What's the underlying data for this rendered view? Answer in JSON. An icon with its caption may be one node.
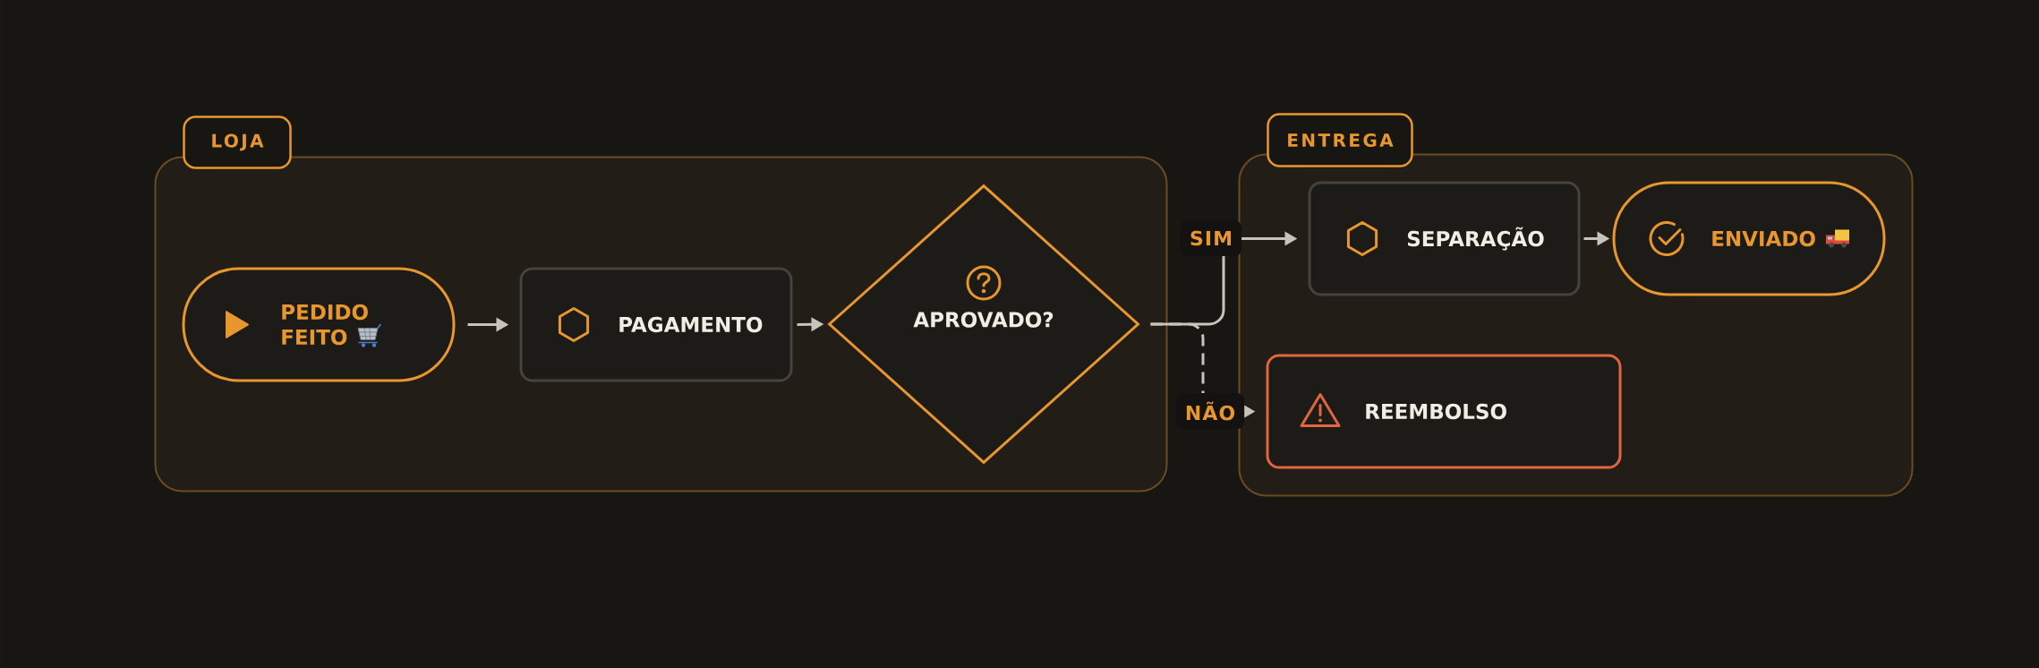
{
  "diagram": {
    "nodes": [
      {
        "text": [
          "LOJA"
        ]
      },
      {
        "text": [
          "PEDIDO FEITO"
        ],
        "in": 0
      },
      {
        "text": [
          "PAGAMENTO"
        ],
        "in": 0
      },
      {
        "text": [
          "APROVADO?"
        ],
        "in": 0
      },
      {
        "text": [
          "ENTREGA"
        ]
      },
      {
        "text": [
          "SEPARAÇÃO"
        ],
        "in": 4
      },
      {
        "text": [
          "ENVIADO"
        ],
        "in": 4
      },
      {
        "text": [
          "REEMBOLSO"
        ],
        "in": 4
      }
    ],
    "edges": [
      {
        "from": 1,
        "to": 2,
        "arrow": "to"
      },
      {
        "from": 2,
        "to": 3,
        "arrow": "to"
      },
      {
        "from": 3,
        "to": 5,
        "arrow": "to",
        "label": "SIM"
      },
      {
        "from": 3,
        "to": 7,
        "arrow": "to",
        "label": "NÃO",
        "style": "dashed"
      },
      {
        "from": 5,
        "to": 6,
        "arrow": "to"
      }
    ]
  }
}
